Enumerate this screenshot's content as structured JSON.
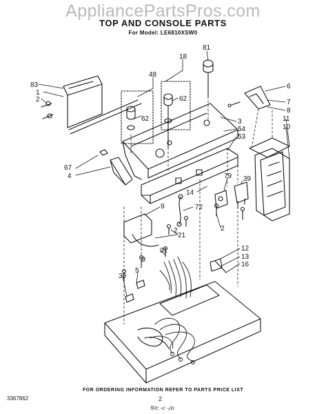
{
  "watermark": "AppliancePartsPros.com",
  "title": "TOP AND CONSOLE PARTS",
  "subtitle": "For Model: LE6810XSW0",
  "footer": {
    "order_info": "FOR ORDERING INFORMATION REFER TO PARTS PRICE LIST",
    "doc_number": "3367862",
    "page_number": "2",
    "date_note": "9/c -c -/o"
  },
  "callouts": [
    "81",
    "18",
    "48",
    "83",
    "1",
    "2",
    "62",
    "62",
    "6",
    "7",
    "8",
    "3",
    "54",
    "53",
    "11",
    "10",
    "67",
    "4",
    "14",
    "79",
    "39",
    "72",
    "9",
    "2",
    "2",
    "21",
    "2",
    "31",
    "5",
    "30",
    "12",
    "13",
    "16"
  ]
}
